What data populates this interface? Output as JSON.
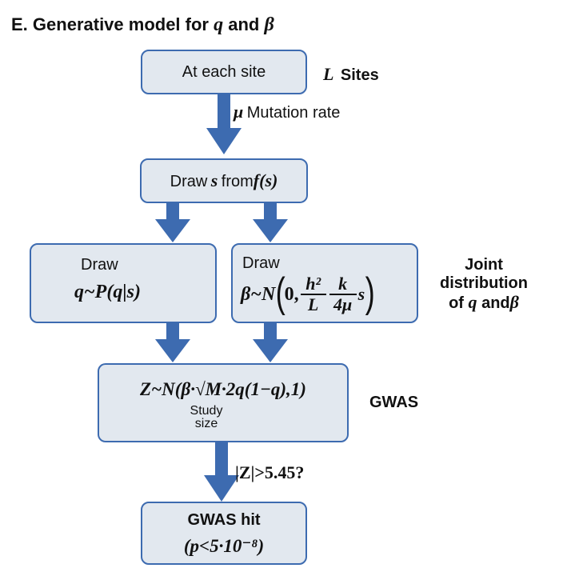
{
  "header": {
    "panel_letter": "E.",
    "title_text": "Generative model for",
    "title_var1": "q",
    "title_and": "and",
    "title_var2": "β"
  },
  "nodes": {
    "site": {
      "text": "At each site"
    },
    "draw_s": {
      "prefix": "Draw",
      "var": "s",
      "mid": "from",
      "func": "f(s)"
    },
    "draw_q": {
      "label": "Draw",
      "formula": "q~P(q|s)"
    },
    "draw_beta": {
      "label": "Draw",
      "lhs": "β~N",
      "zero": "0,",
      "frac1_num": "h²",
      "frac1_den": "L",
      "frac2_num": "k",
      "frac2_den": "4μ",
      "tail": "s"
    },
    "z_node": {
      "formula": "Z~N(β·√M·2q(1−q),1)",
      "sub_label_line1": "Study",
      "sub_label_line2": "size"
    },
    "hit": {
      "line1": "GWAS hit",
      "line2": "(p<5·10⁻⁸)"
    }
  },
  "annotations": {
    "sites_var": "L",
    "sites_text": "Sites",
    "mutation_var": "μ",
    "mutation_text": "Mutation rate",
    "joint_line1": "Joint",
    "joint_line2": "distribution",
    "joint_line3_pre": "of",
    "joint_line3_q": "q",
    "joint_line3_and": "and",
    "joint_line3_beta": "β",
    "gwas": "GWAS",
    "threshold": "|Z|>5.45?"
  },
  "colors": {
    "arrow": "#3d6bb0",
    "box_fill": "#e2e8ef",
    "box_border": "#3d6bb0"
  }
}
